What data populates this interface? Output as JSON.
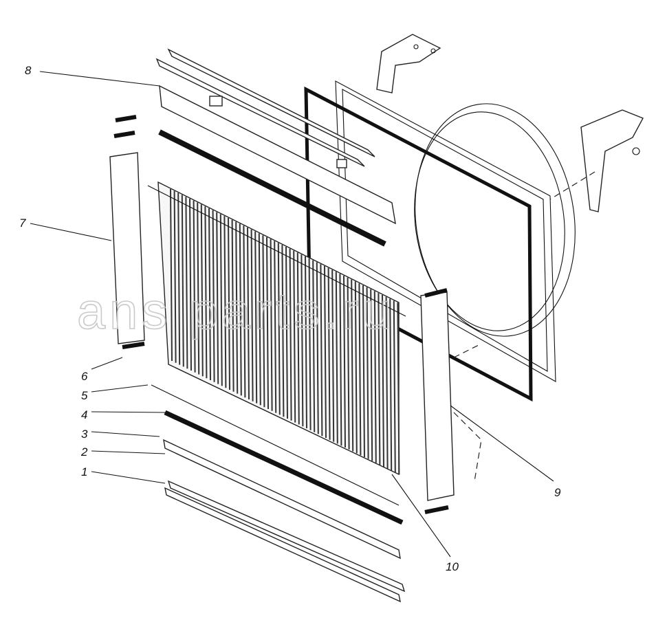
{
  "watermark": "ans  parts.ru",
  "callouts": [
    {
      "id": "1",
      "label": "1"
    },
    {
      "id": "2",
      "label": "2"
    },
    {
      "id": "3",
      "label": "3"
    },
    {
      "id": "4",
      "label": "4"
    },
    {
      "id": "5",
      "label": "5"
    },
    {
      "id": "6",
      "label": "6"
    },
    {
      "id": "7",
      "label": "7"
    },
    {
      "id": "8",
      "label": "8"
    },
    {
      "id": "9",
      "label": "9"
    },
    {
      "id": "10",
      "label": "10"
    }
  ],
  "colors": {
    "ink": "#111111",
    "paper": "#ffffff",
    "watermark": "#c9c9c9"
  }
}
